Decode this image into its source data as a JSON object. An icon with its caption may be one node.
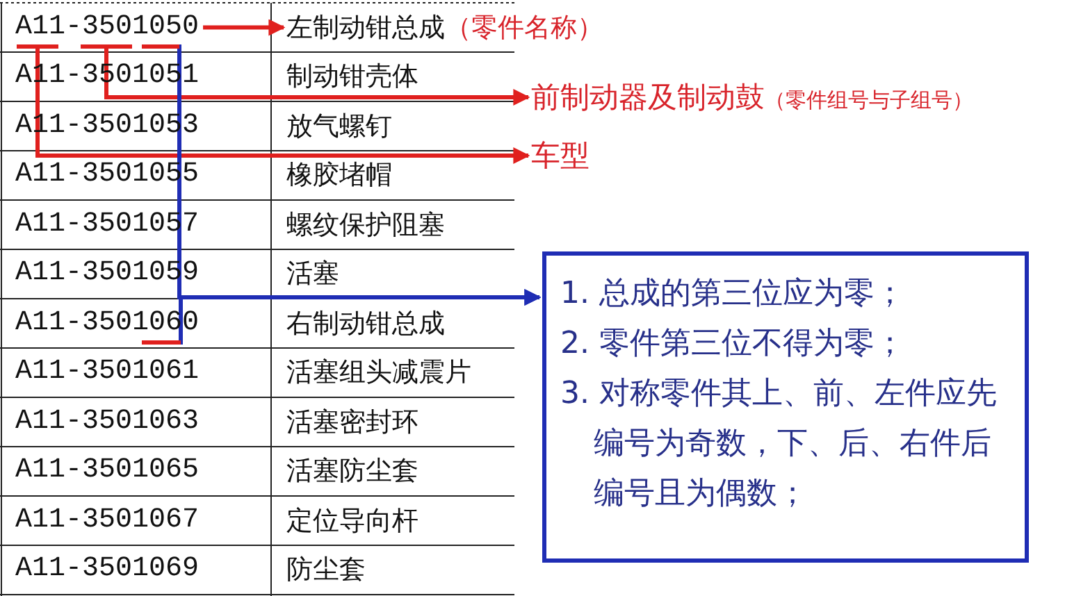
{
  "diagram": {
    "nodes": [
      {
        "text": [
          "A11-3501050"
        ]
      },
      {
        "text": [
          "左制动钳总成"
        ],
        "beside": [
          "（零件名称）"
        ]
      },
      {
        "text": [],
        "shape": "bar"
      },
      {
        "text": [],
        "shape": "bar"
      },
      {
        "text": [],
        "shape": "bar"
      },
      {
        "text": [],
        "shape": "bar"
      },
      {
        "text": [
          "前制动器及制动鼓",
          "（零件组号与子组号）"
        ]
      },
      {
        "text": [
          "车型"
        ]
      },
      {
        "text": [
          "1. 总成的第三位应为零；",
          "2. 零件第三位不得为零；",
          "3. 对称零件其上、前、左件应先编号为奇数，下、后、右件后编号且为偶数；"
        ]
      }
    ],
    "edges": [
      {
        "from": 0,
        "to": 1,
        "arrow": "to"
      },
      {
        "from": 3,
        "to": 6,
        "arrow": "to"
      },
      {
        "from": 2,
        "to": 7,
        "arrow": "to"
      },
      {
        "from": 4,
        "to": 8,
        "arrow": "to",
        "color": "#1f2db4"
      },
      {
        "from": 5,
        "to": 8,
        "arrow": "to",
        "color": "#1f2db4"
      }
    ],
    "labels": [
      "A11-3501051",
      "制动钳壳体",
      "A11-3501053",
      "放气螺钉",
      "A11-3501055",
      "橡胶堵帽",
      "A11-3501057",
      "螺纹保护阻塞",
      "A11-3501059",
      "活塞",
      "A11-3501060",
      "右制动钳总成",
      "A11-3501061",
      "活塞组头减震片",
      "A11-3501063",
      "活塞密封环",
      "A11-3501065",
      "活塞防尘套",
      "A11-3501067",
      "定位导向杆",
      "A11-3501069",
      "防尘套"
    ]
  }
}
